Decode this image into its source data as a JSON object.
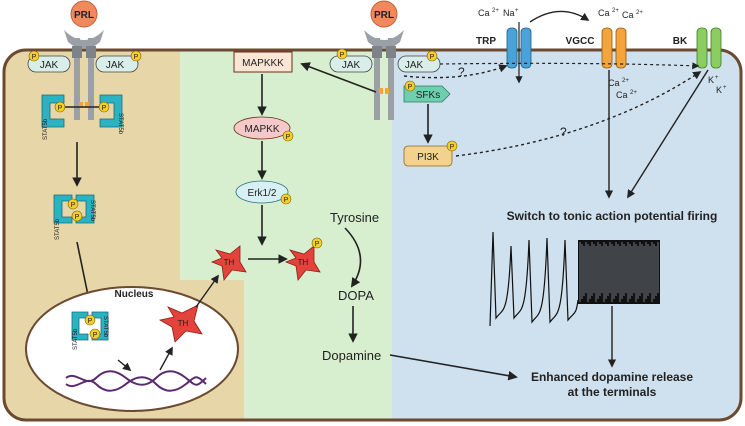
{
  "colors": {
    "cell_border": "#6b4a2f",
    "zone_tan": "#e6d6a8",
    "zone_green": "#d7efcf",
    "zone_blue": "#cfe0ee",
    "prl_fill": "#f08a5d",
    "receptor": "#9aa0a6",
    "jak_fill": "#d9eee8",
    "p_badge": "#f4cf2b",
    "stat_fill": "#2bb3c3",
    "th_fill": "#e2433b",
    "mapkkk_fill": "#fbe6d6",
    "mapkk_fill": "#f5c9c9",
    "erk_fill": "#d6f0f4",
    "sfk_fill": "#6ecfae",
    "pi3k_fill": "#f3d28d",
    "trp_fill": "#4aa3d8",
    "vgcc_fill": "#f3a53b",
    "bk_fill": "#8ccd62",
    "dna_color": "#5b2a6e"
  },
  "left": {
    "prl": "PRL",
    "jak_left": "JAK",
    "jak_right": "JAK",
    "stat5b": "STAT5b",
    "nucleus": "Nucleus",
    "th": "TH"
  },
  "middle": {
    "prl": "PRL",
    "jak_left": "JAK",
    "jak_right": "JAK",
    "sfks": "SFKs",
    "pi3k": "PI3K",
    "mapkkk": "MAPKKK",
    "mapkk": "MAPKK",
    "erk": "Erk1/2",
    "th": "TH",
    "th_p": "TH",
    "tyrosine": "Tyrosine",
    "dopa": "DOPA",
    "dopamine": "Dopamine"
  },
  "channels": {
    "trp": "TRP",
    "vgcc": "VGCC",
    "bk": "BK",
    "ca_in1": "Ca",
    "na_in": "Na",
    "ca_top1": "Ca",
    "ca_top2": "Ca",
    "ca_inside1": "Ca",
    "ca_inside2": "Ca",
    "k1": "K",
    "k2": "K",
    "sup_2plus": "2+",
    "sup_plus": "+"
  },
  "badges": {
    "p": "P",
    "question": "?"
  },
  "right": {
    "switch_text": "Switch to tonic action potential firing",
    "release_line1": "Enhanced dopamine release",
    "release_line2": "at the terminals"
  }
}
